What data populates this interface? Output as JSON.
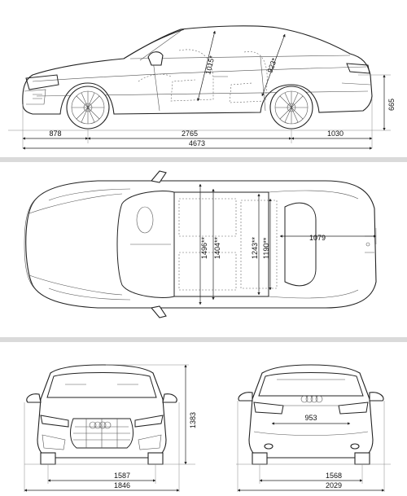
{
  "side_view": {
    "dims": {
      "front_overhang": "878",
      "wheelbase": "2765",
      "rear_overhang": "1030",
      "length": "4673",
      "front_headroom_diag": "1015*",
      "rear_headroom_diag": "923*",
      "ground_to_boot": "665"
    }
  },
  "top_view": {
    "dims": {
      "front_elbow_width": "1496**",
      "front_shoulder_width": "1404**",
      "rear_elbow_width": "1243**",
      "rear_shoulder_width": "1190**",
      "boot_length": "1079"
    }
  },
  "front_view": {
    "dims": {
      "height": "1383",
      "front_track": "1587",
      "width": "1846"
    }
  },
  "rear_view": {
    "dims": {
      "boot_opening_width": "953",
      "rear_track": "1568",
      "width_with_mirrors": "2029"
    }
  }
}
